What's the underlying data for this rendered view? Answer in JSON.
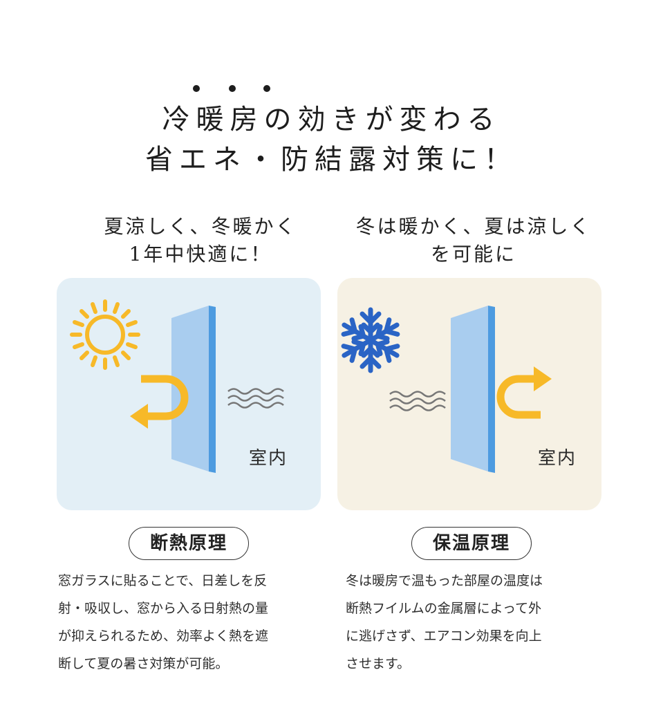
{
  "headline": {
    "line1": "冷暖房の効きが変わる",
    "line2": "省エネ・防結露対策に！"
  },
  "left": {
    "subtitle_line1": "夏涼しく、冬暖かく",
    "subtitle_line2": "1年中快適に！",
    "indoor_label": "室内",
    "pill_label": "断熱原理",
    "description": [
      "窓ガラスに貼ることで、日差しを反",
      "射・吸収し、窓から入る日射熱の量",
      "が抑えられるため、効率よく熱を遮",
      "断して夏の暑さ対策が可能。"
    ],
    "icon": "sun-icon"
  },
  "right": {
    "subtitle_line1": "冬は暖かく、夏は涼しく",
    "subtitle_line2": "を可能に",
    "indoor_label": "室内",
    "pill_label": "保温原理",
    "description": [
      "冬は暖房で温もった部屋の温度は",
      "断熱フイルムの金属層によって外",
      "に逃げさず、エアコン効果を向上",
      "させます。"
    ],
    "icon": "snowflake-icon"
  },
  "colors": {
    "accent_yellow": "#f7b928",
    "snow_blue": "#2a64c5",
    "glass_blue": "#a9cdef",
    "glass_edge": "#4d9be0",
    "wave_gray": "#777777",
    "panel_left_bg": "#e3eff6",
    "panel_right_bg": "#f6f1e4"
  }
}
